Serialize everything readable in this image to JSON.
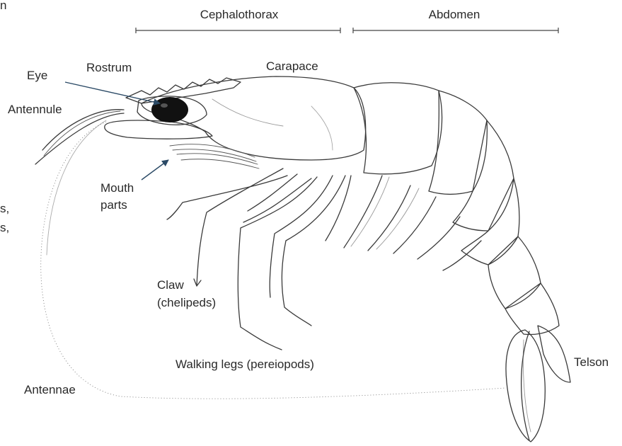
{
  "labels": {
    "cephalothorax": "Cephalothorax",
    "abdomen": "Abdomen",
    "eye": "Eye",
    "rostrum": "Rostrum",
    "carapace": "Carapace",
    "antennule": "Antennule",
    "mouth_parts_line1": "Mouth",
    "mouth_parts_line2": "parts",
    "claw_line1": "Claw",
    "claw_line2": "(chelipeds)",
    "walking_legs": "Walking legs (pereiopods)",
    "telson": "Telson",
    "antennae": "Antennae"
  },
  "cutoff_text": {
    "top": "n",
    "middle1": "s,",
    "middle2": "s,"
  },
  "colors": {
    "text": "#2a2a2a",
    "line": "#3a3a3a",
    "pointer": "#2b4a66",
    "eye": "#111111"
  }
}
